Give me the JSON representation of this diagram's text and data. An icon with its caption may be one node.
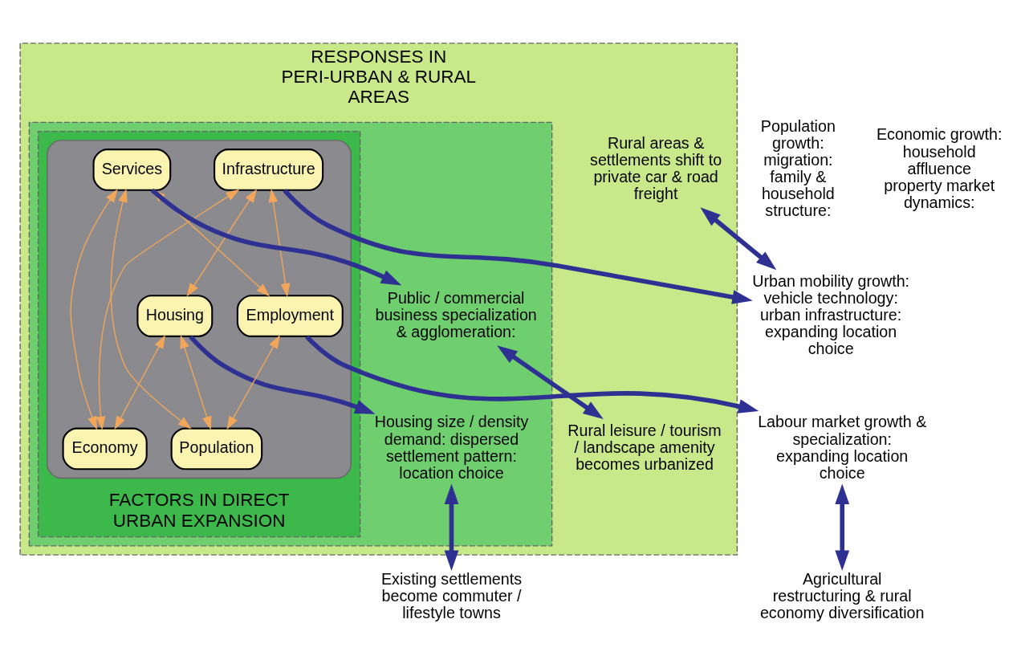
{
  "diagram": {
    "nodes": [
      {
        "text": [
          "RESPONSES IN PERI-URBAN & RURAL AREAS"
        ]
      },
      {
        "text": [],
        "shape": "band",
        "in": 0
      },
      {
        "text": [
          "FACTORS IN DIRECT URBAN EXPANSION"
        ],
        "in": 1
      },
      {
        "text": [],
        "shape": "ellipse",
        "in": 2
      },
      {
        "text": [
          "Infrastructure"
        ],
        "in": 3
      },
      {
        "text": [
          "Services"
        ],
        "in": 3
      },
      {
        "text": [
          "Population"
        ],
        "in": 3
      },
      {
        "text": [
          "Housing"
        ],
        "in": 3
      },
      {
        "text": [
          "Economy"
        ],
        "in": 3
      },
      {
        "text": [
          "Employment"
        ],
        "in": 3
      },
      {
        "text": [
          "Urban mobility growth: vehicle technology: urban infrastructure: expanding location choice"
        ]
      },
      {
        "text": [
          "Public / commercial business specialization & agglomeration:"
        ],
        "in": 1
      },
      {
        "text": [
          "Housing size / density demand: dispersed settlement pattern: location choice"
        ],
        "in": 1
      },
      {
        "text": [
          "Labour market growth & specialization: expanding location choice"
        ]
      },
      {
        "text": [
          "Rural areas & settlements shift to private car & road freight"
        ],
        "in": 0
      },
      {
        "text": [
          "Rural leisure / tourism / landscape amenity becomes urbanized"
        ],
        "in": 0
      },
      {
        "text": [
          "Existing settlements become commuter / lifestyle towns"
        ]
      },
      {
        "text": [
          "Agricultural restructuring & rural economy diversification"
        ]
      }
    ],
    "edges": [
      {
        "from": 4,
        "to": 7,
        "arrow": "both"
      },
      {
        "from": 4,
        "to": 9,
        "arrow": "both"
      },
      {
        "from": 4,
        "to": 8,
        "arrow": "both"
      },
      {
        "from": 5,
        "to": 9,
        "arrow": "both"
      },
      {
        "from": 5,
        "to": 8,
        "arrow": "both"
      },
      {
        "from": 5,
        "to": 6,
        "arrow": "both"
      },
      {
        "from": 7,
        "to": 8,
        "arrow": "both"
      },
      {
        "from": 7,
        "to": 6,
        "arrow": "both"
      },
      {
        "from": 9,
        "to": 6,
        "arrow": "both"
      },
      {
        "from": 4,
        "to": 10,
        "arrow": "to",
        "style": "thick",
        "color": "#2e3192"
      },
      {
        "from": 5,
        "to": 11,
        "arrow": "to",
        "style": "thick",
        "color": "#2e3192"
      },
      {
        "from": 7,
        "to": 12,
        "arrow": "to",
        "style": "thick",
        "color": "#2e3192"
      },
      {
        "from": 9,
        "to": 13,
        "arrow": "to",
        "style": "thick",
        "color": "#2e3192"
      },
      {
        "from": 10,
        "to": 14,
        "arrow": "both",
        "style": "thick",
        "color": "#2e3192"
      },
      {
        "from": 11,
        "to": 15,
        "arrow": "both",
        "style": "thick",
        "color": "#2e3192"
      },
      {
        "from": 12,
        "to": 16,
        "arrow": "both",
        "style": "thick",
        "color": "#2e3192"
      },
      {
        "from": 13,
        "to": 17,
        "arrow": "both",
        "style": "thick",
        "color": "#2e3192"
      }
    ],
    "labels": [
      "Population growth: migration: family & household structure:",
      "Economic growth: household affluence property market dynamics:"
    ]
  }
}
